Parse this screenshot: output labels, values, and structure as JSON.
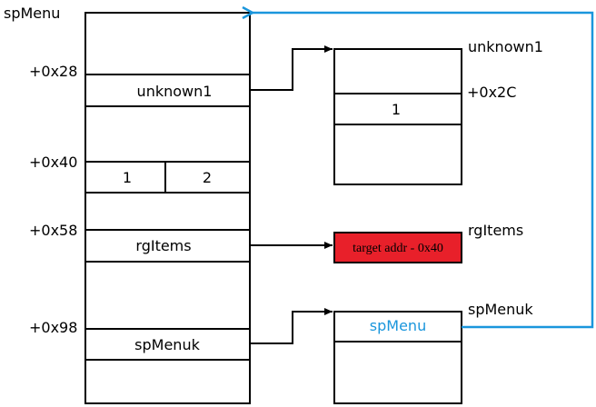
{
  "colors": {
    "blue": "#1a96dc",
    "red": "#e8202a",
    "black": "#000000"
  },
  "main_struct": {
    "title": "spMenu",
    "offsets": {
      "o28": "+0x28",
      "o40": "+0x40",
      "o58": "+0x58",
      "o98": "+0x98"
    },
    "fields": {
      "unknown1": "unknown1",
      "pair_left": "1",
      "pair_right": "2",
      "rgItems": "rgItems",
      "spMenuk": "spMenuk"
    }
  },
  "unknown1_struct": {
    "title": "unknown1",
    "offset": "+0x2C",
    "value": "1"
  },
  "rgItems_target": {
    "title": "rgItems",
    "text": "target addr - 0x40"
  },
  "spMenuk_struct": {
    "title": "spMenuk",
    "field": "spMenu"
  }
}
